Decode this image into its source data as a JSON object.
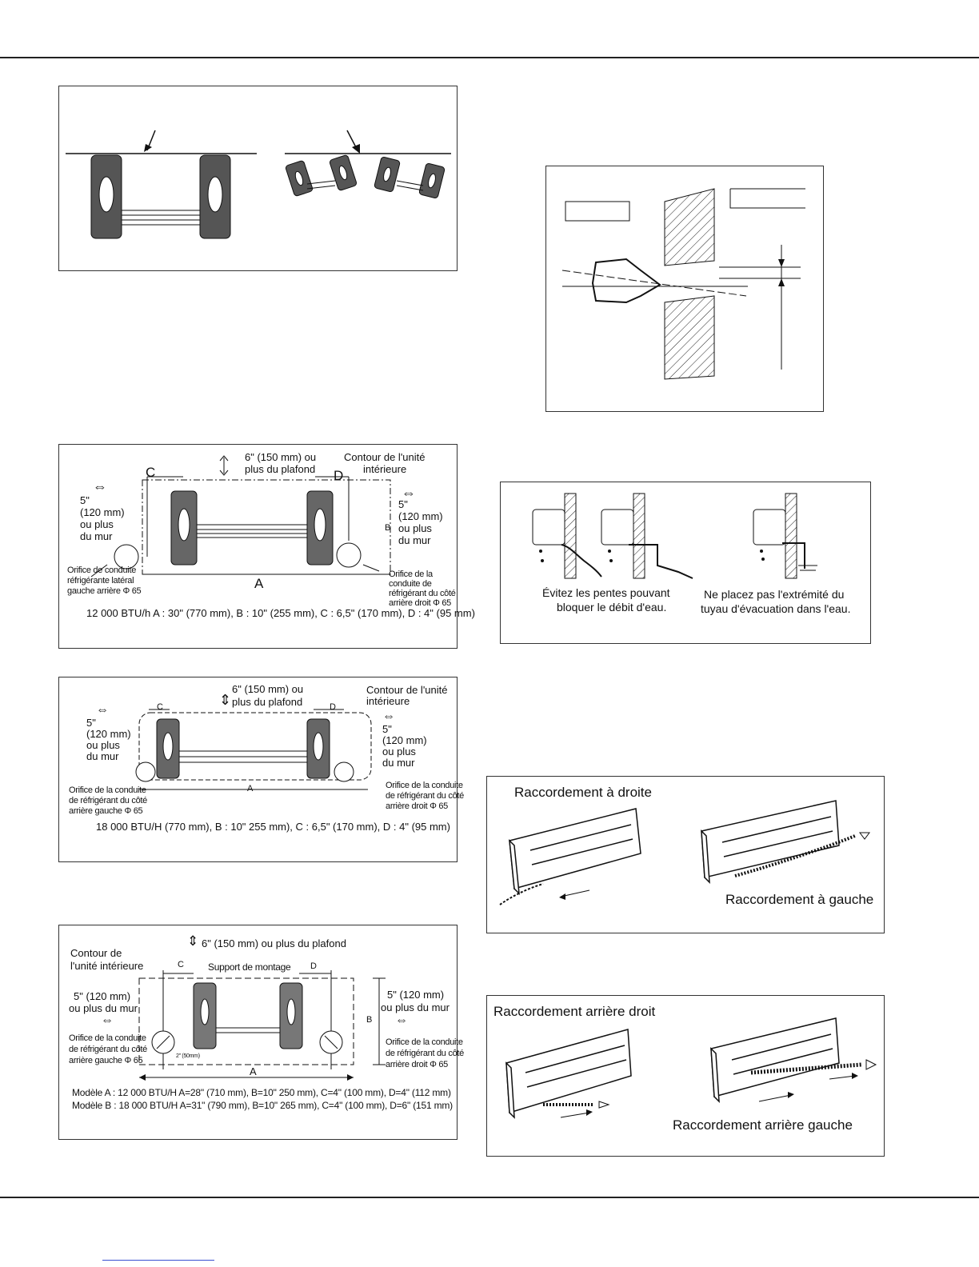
{
  "fig2": {
    "top": "6\" (150 mm) ou",
    "top2": "plus du plafond",
    "contour1": "Contour de l'unité",
    "contour2": "intérieure",
    "left1": "5\"",
    "left2": "(120 mm)",
    "left3": "ou plus",
    "left4": "du mur",
    "right1": "5\"",
    "right2": "(120 mm)",
    "right3": "ou plus",
    "right4": "du mur",
    "c": "C",
    "d": "D",
    "a": "A",
    "b": "B",
    "orifice_left1": "Orifice de conduite",
    "orifice_left2": "réfrigérante latéral",
    "orifice_left3": "gauche arrière Φ 65",
    "orifice_right1": "Orifice de la",
    "orifice_right2": "conduite de",
    "orifice_right3": "réfrigérant du côté",
    "orifice_right4": "arrière droit Φ 65",
    "caption": "12 000 BTU/h A : 30\" (770 mm), B : 10\" (255 mm), C : 6,5\" (170 mm), D : 4\" (95 mm)"
  },
  "fig3": {
    "top1": "6\" (150 mm) ou",
    "top2": "plus du plafond",
    "contour1": "Contour de l'unité",
    "contour2": "intérieure",
    "left1": "5\"",
    "left2": "(120 mm)",
    "left3": "ou plus",
    "left4": "du mur",
    "right1": "5\"",
    "right2": "(120 mm)",
    "right3": "ou plus",
    "right4": "du mur",
    "c": "C",
    "d": "D",
    "a": "A",
    "orifice_left1": "Orifice de la conduite",
    "orifice_left2": "de réfrigérant du côté",
    "orifice_left3": "arrière gauche Φ 65",
    "orifice_right1": "Orifice de la conduite",
    "orifice_right2": "de réfrigérant du côté",
    "orifice_right3": "arrière droit Φ 65",
    "caption": "18 000 BTU/H (770 mm), B : 10\" 255 mm), C : 6,5\" (170 mm), D : 4\" (95 mm)"
  },
  "fig4": {
    "top": "6\" (150 mm) ou plus du plafond",
    "contour1": "Contour de",
    "contour2": "l'unité intérieure",
    "support": "Support de montage",
    "left1": "5\" (120 mm)",
    "left2": "ou plus du mur",
    "right1": "5\" (120 mm)",
    "right2": "ou plus du mur",
    "c": "C",
    "d": "D",
    "a": "A",
    "b": "B",
    "orifice_left1": "Orifice de la conduite",
    "orifice_left2": "de réfrigérant du côté",
    "orifice_left3": "arrière gauche Φ 65",
    "orifice_right1": "Orifice de la conduite",
    "orifice_right2": "de réfrigérant du côté",
    "orifice_right3": "arrière droit Φ 65",
    "dim_small": "2\" (50mm)",
    "model_a": "Modèle A : 12 000 BTU/H A=28\" (710 mm), B=10\" 250 mm), C=4\" (100 mm), D=4\" (112 mm)",
    "model_b": "Modèle B : 18 000 BTU/H A=31\" (790 mm), B=10\" 265 mm), C=4\" (100 mm), D=6\" (151 mm)"
  },
  "drain": {
    "left1": "Évitez les pentes pouvant",
    "left2": "bloquer le débit d'eau.",
    "right1": "Ne placez pas l'extrémité du",
    "right2": "tuyau d'évacuation dans l'eau."
  },
  "conn1": {
    "right": "Raccordement à droite",
    "left": "Raccordement à gauche"
  },
  "conn2": {
    "rear_right": "Raccordement arrière droit",
    "rear_left": "Raccordement arrière gauche"
  }
}
